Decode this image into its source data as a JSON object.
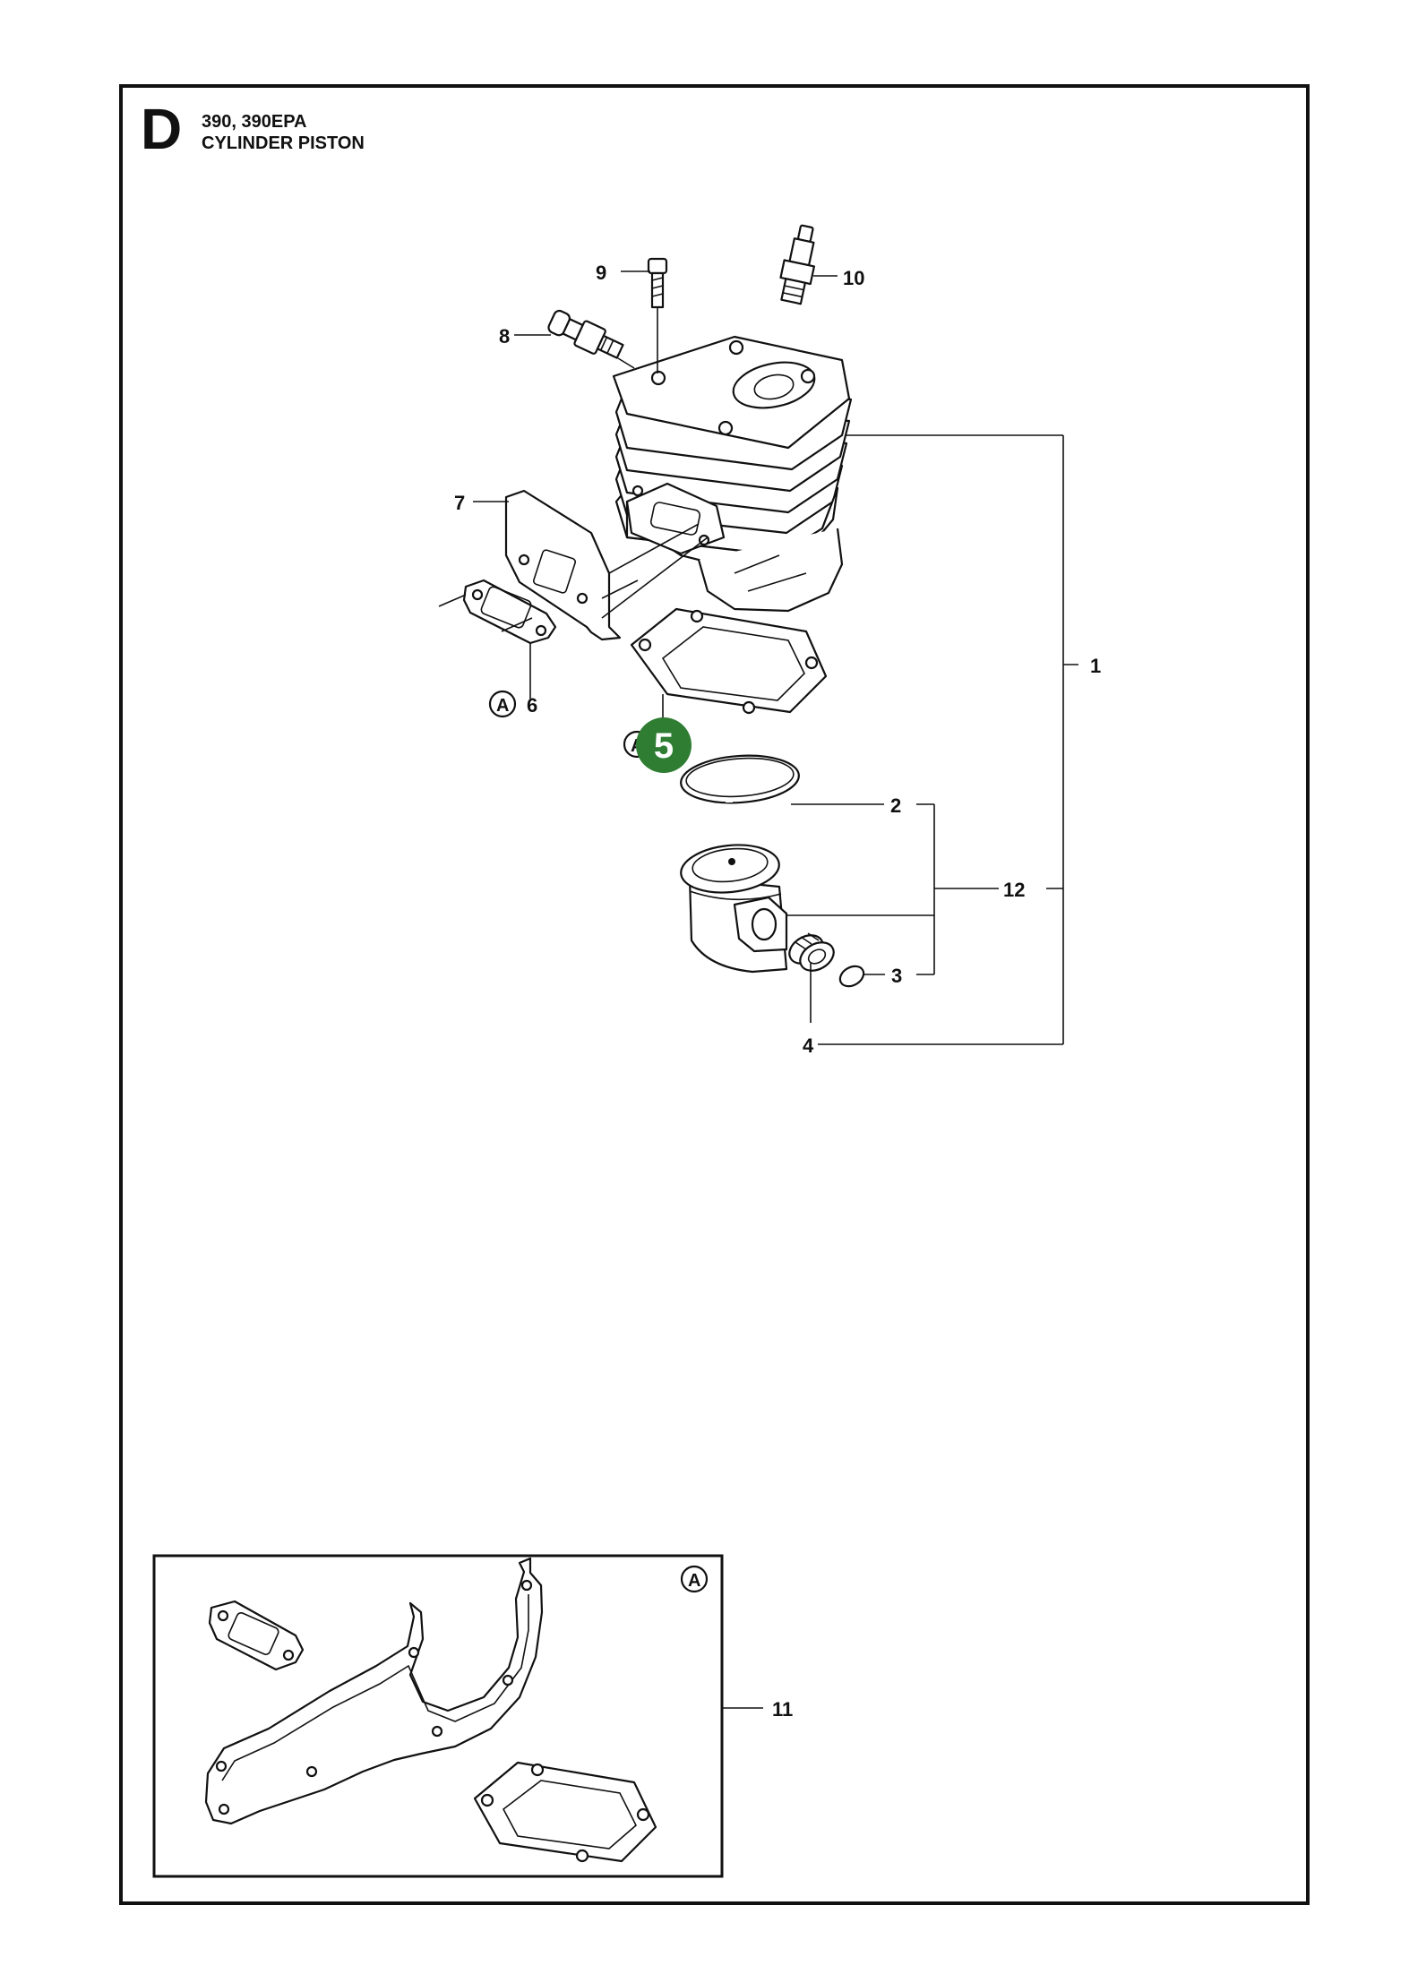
{
  "section_letter": "D",
  "header": {
    "model": "390, 390EPA",
    "name": "CYLINDER PISTON"
  },
  "callouts": {
    "p1": "1",
    "p2": "2",
    "p3": "3",
    "p4": "4",
    "p5": "5",
    "p6": "6",
    "p7": "7",
    "p8": "8",
    "p9": "9",
    "p10": "10",
    "p11": "11",
    "p12": "12"
  },
  "kit_reference": "A",
  "highlight_color": "#2e7d32"
}
